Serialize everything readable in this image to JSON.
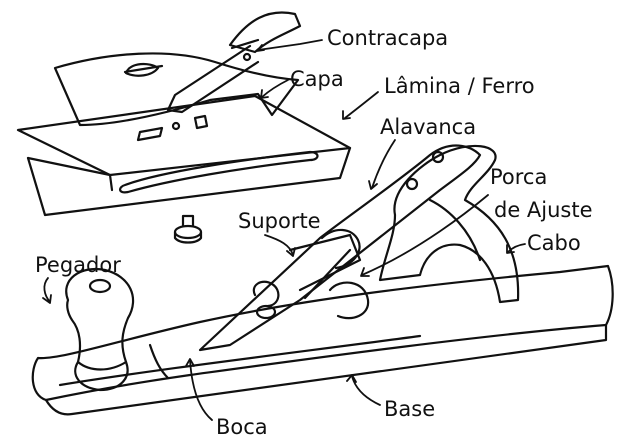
{
  "labels": {
    "contracapa": "Contracapa",
    "capa": "Capa",
    "lamina": "Lâmina / Ferro",
    "alavanca": "Alavanca",
    "porca_line1": "Porca",
    "porca_line2": "de Ajuste",
    "suporte": "Suporte",
    "cabo": "Cabo",
    "pegador": "Pegador",
    "base": "Base",
    "boca": "Boca"
  },
  "colors": {
    "ink": "#111111",
    "paper": "#ffffff"
  }
}
